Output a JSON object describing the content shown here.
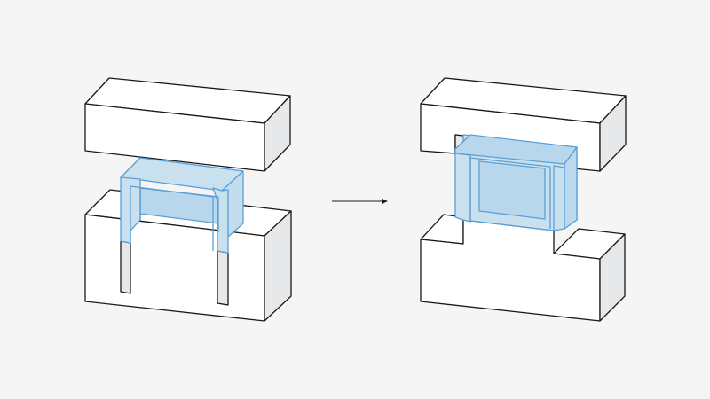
{
  "colors": {
    "background": "#f5f5f5",
    "block_face": "#ffffff",
    "block_side": "#e6e8ea",
    "outline": "#1a1a1a",
    "part_fill": "#c9e0ef",
    "part_outline": "#5b9fd6",
    "arrow": "#1a1a1a"
  },
  "figures": [
    {
      "id": "before",
      "description_elements": [
        "upper-die-block",
        "lower-die-block",
        "blue-bent-part"
      ]
    },
    {
      "id": "after",
      "description_elements": [
        "upper-die-block-with-recess",
        "lower-die-block-with-step",
        "blue-formed-part"
      ]
    }
  ],
  "arrow": {
    "direction": "right"
  }
}
